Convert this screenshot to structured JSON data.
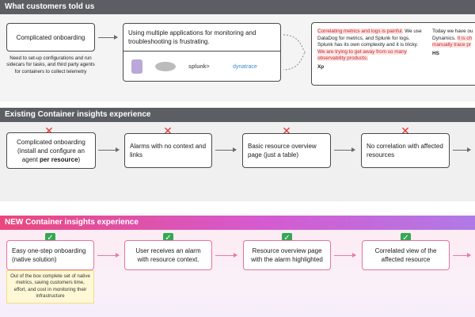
{
  "sections": {
    "customers": {
      "title": "What customers told us"
    },
    "existing": {
      "title": "Existing Container insights experience"
    },
    "new": {
      "title": "NEW Container insights experience"
    }
  },
  "customers": {
    "box1": "Complicated onboarding",
    "box1_note": "Need to set-up configurations and run sidecars for tasks, and third party agents for containers to collect telemetry",
    "box2": "Using multiple applications for monitoring and troubleshooting is frustrating.",
    "logos": [
      "splunk>",
      "dynatrace"
    ],
    "quote1": {
      "hl1": "Correlating metrics and logs is painful.",
      "text1": " We use DataDog for metrics, and Splunk for logs. Splunk has its own complexity and it is tricky. ",
      "hl2": "We are trying to get away from so many observability products.",
      "author": "Xp"
    },
    "quote2": {
      "text1": "Today we have ou Dynamics. ",
      "hl1": "It is ch manually trace pr",
      "author": "HS"
    }
  },
  "existing": {
    "box1_line1": "Complicated onboarding",
    "box1_line2": "(install and configure an",
    "box1_line3_pre": "agent ",
    "box1_line3_bold": "per resource",
    "box1_line3_post": ")",
    "box2": "Alarms with no context and links",
    "box3": "Basic resource overview page (just a table)",
    "box4": "No correlation with affected resources"
  },
  "new": {
    "box1": "Easy one-step onboarding (native solution)",
    "box1_note": "Out of the box complete set of native metrics, saving customers time, effort, and cost in monitoring their infrastructure",
    "box2": "User receives an alarm with resource context.",
    "box3": "Resource overview page with the alarm highlighted",
    "box4": "Correlated view of the affected resource"
  },
  "colors": {
    "header_gray": "#5b5e63",
    "header_pink_start": "#e9487d",
    "header_pink_end": "#b07ae6",
    "x_red": "#e53935",
    "check_green": "#34a853",
    "note_yellow": "#fff8d6"
  }
}
